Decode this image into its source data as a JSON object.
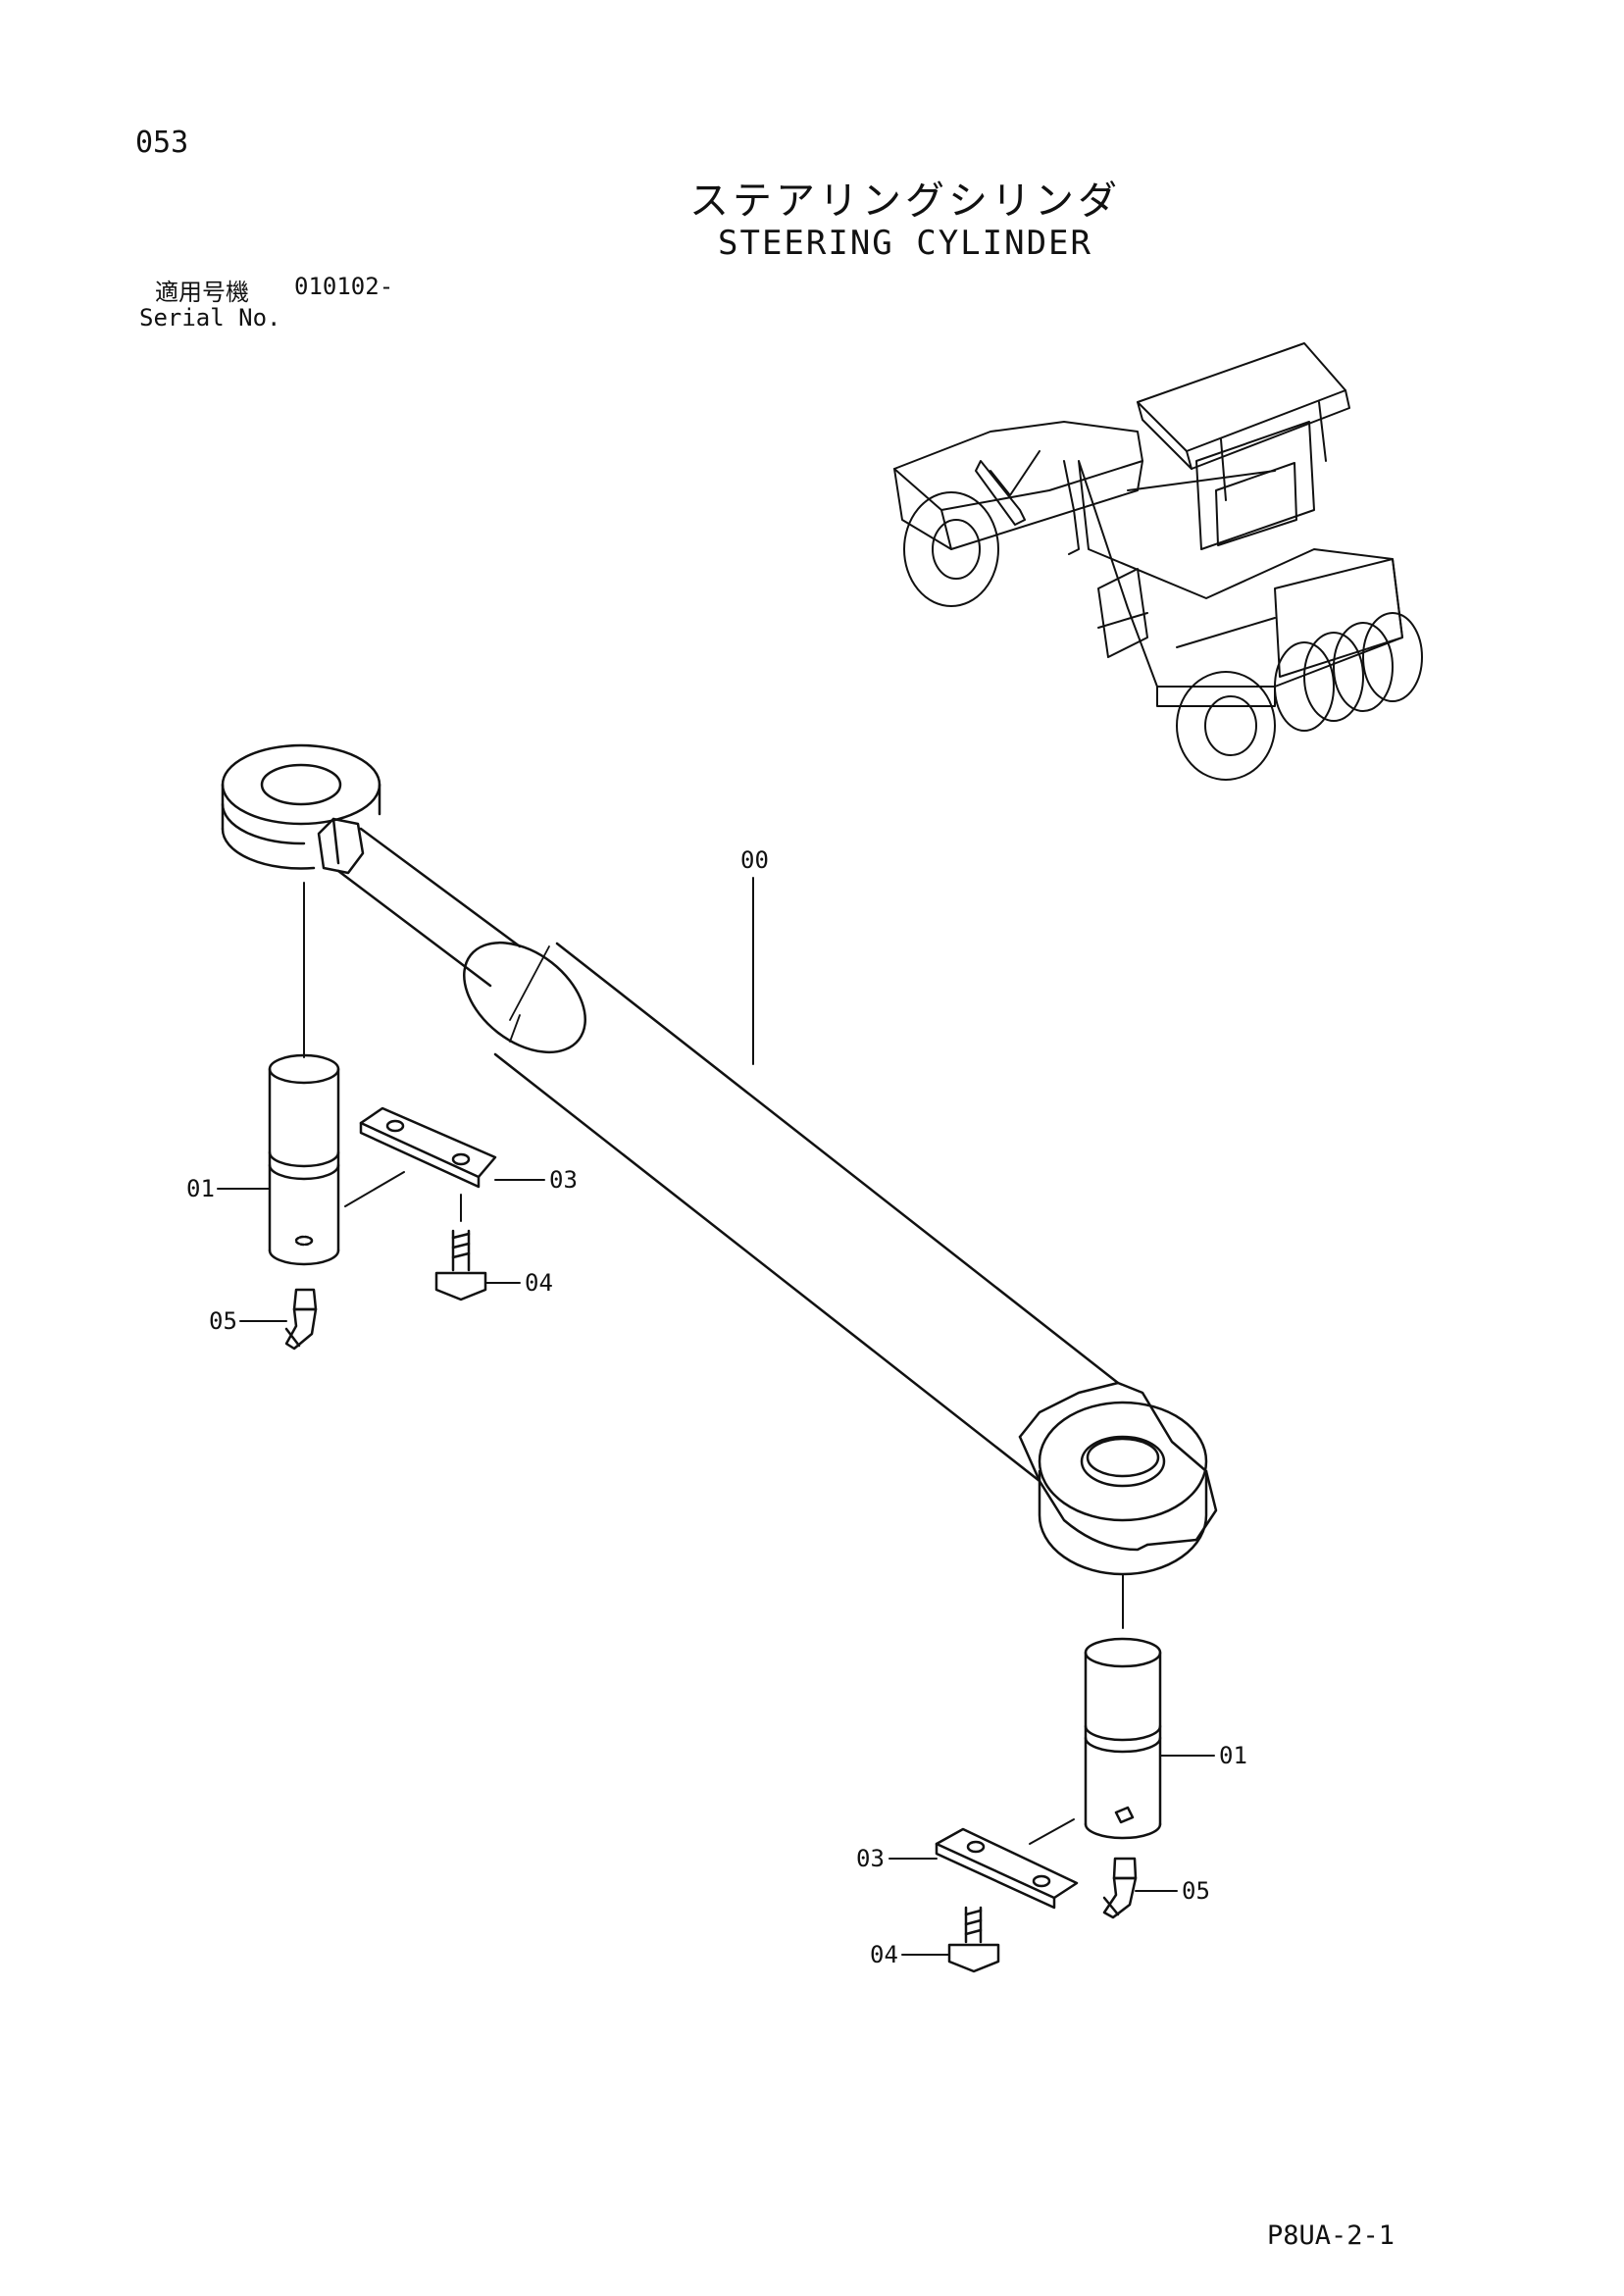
{
  "header": {
    "page_number": "053",
    "title_ja": "ステアリングシリンダ",
    "title_en": "STEERING CYLINDER"
  },
  "serial": {
    "label_ja": "適用号機",
    "value": "010102-",
    "label_en": "Serial No."
  },
  "callouts": {
    "main_cylinder": "00",
    "pin_upper": "01",
    "plate_upper": "03",
    "bolt_upper": "04",
    "fitting_upper": "05",
    "pin_lower": "01",
    "plate_lower": "03",
    "fitting_lower": "05",
    "bolt_lower": "04"
  },
  "footer": {
    "drawing_code": "P8UA-2-1"
  },
  "colors": {
    "line": "#111111",
    "paper": "#ffffff"
  }
}
